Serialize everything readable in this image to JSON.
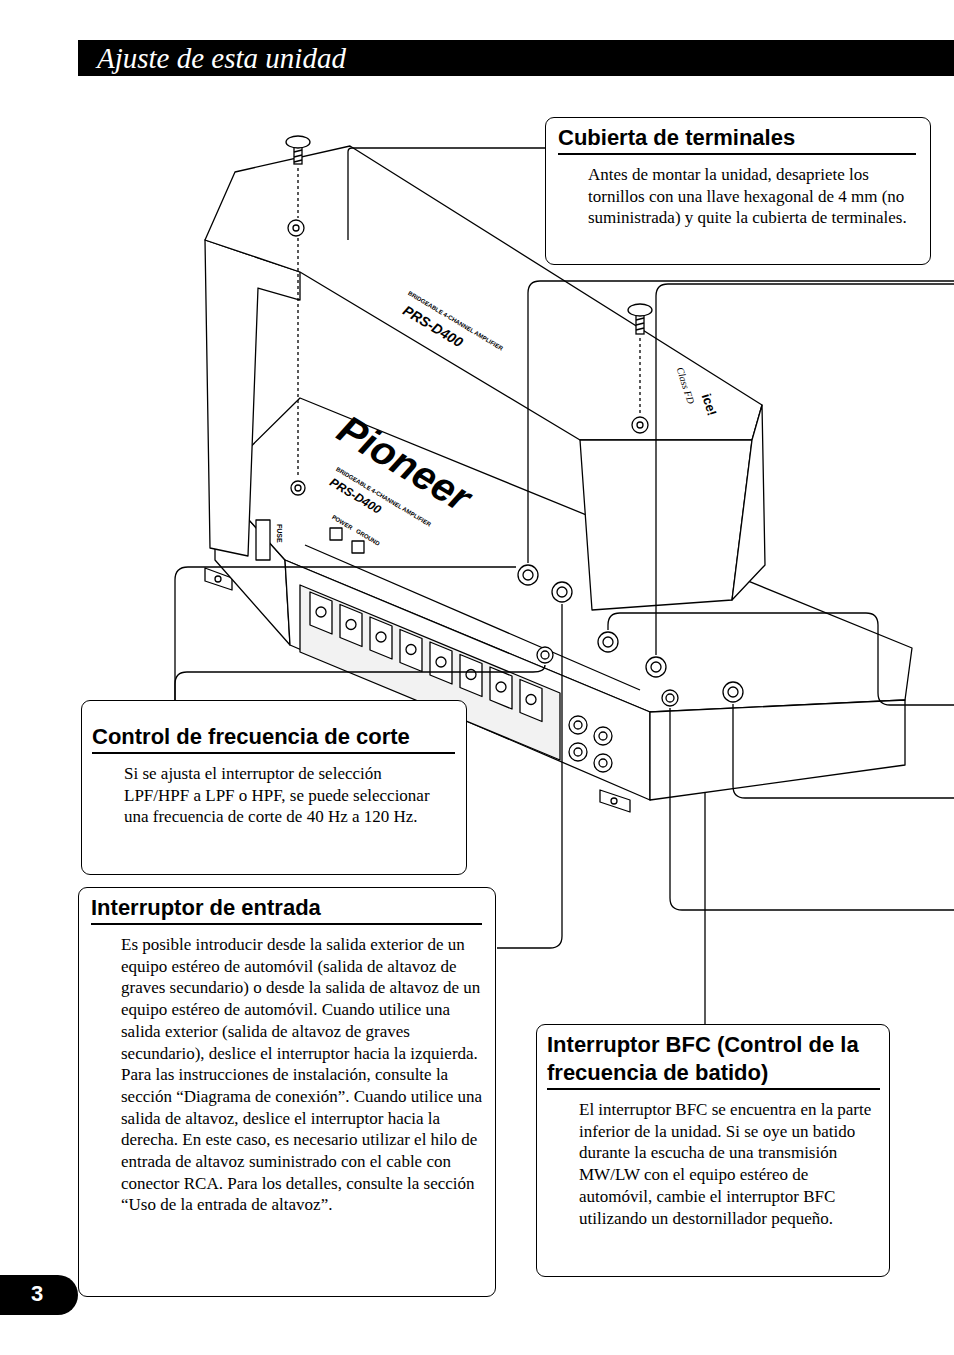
{
  "diagram": {
    "title": "Ajuste de esta unidad",
    "nodes": [
      {
        "text": [
          "Cubierta de terminales",
          "Antes de montar la unidad, desapriete los tornillos con una llave hexagonal de 4 mm (no suministrada) y quite la cubierta de terminales."
        ]
      },
      {
        "text": [
          "Control de frecuencia de corte",
          "Si se ajusta el interruptor de selección LPF/HPF a LPF o HPF, se puede seleccionar una frecuencia de corte de 40 Hz a 120 Hz."
        ]
      },
      {
        "text": [
          "Interruptor de entrada",
          "Es posible introducir desde la salida exterior de un equipo estéreo de automóvil (salida de altavoz de graves secundario) o desde la salida de altavoz de un equipo estéreo de automóvil. Cuando utilice una salida exterior (salida de altavoz de graves secundario), deslice el interruptor hacia la izquierda. Para las instrucciones de instalación, consulte la sección “Diagrama de conexión”. Cuando utilice una salida de altavoz, deslice el interruptor hacia la derecha. En este caso, es necesario utilizar el hilo de entrada de altavoz suministrado con el cable con conector RCA. Para los detalles, consulte la sección “Uso de la entrada de altavoz”."
        ]
      },
      {
        "text": [
          "Interruptor BFC (Control de la frecuencia de batido)",
          "El interruptor BFC se encuentra en la parte inferior de la unidad. Si se oye un batido durante la escucha de una transmisión MW/LW con el equipo estéreo de automóvil, cambie el interruptor BFC utilizando un destornillador pequeño."
        ]
      }
    ],
    "labels": [
      "BRIDGEABLE 4-CHANNEL AMPLIFIER",
      "PRS-D400",
      "Class FD",
      "ice!",
      "Pioneer",
      "BRIDGEABLE 4-CHANNEL AMPLIFIER",
      "PRS-D400",
      "FUSE",
      "POWER",
      "GROUND",
      "3"
    ]
  }
}
